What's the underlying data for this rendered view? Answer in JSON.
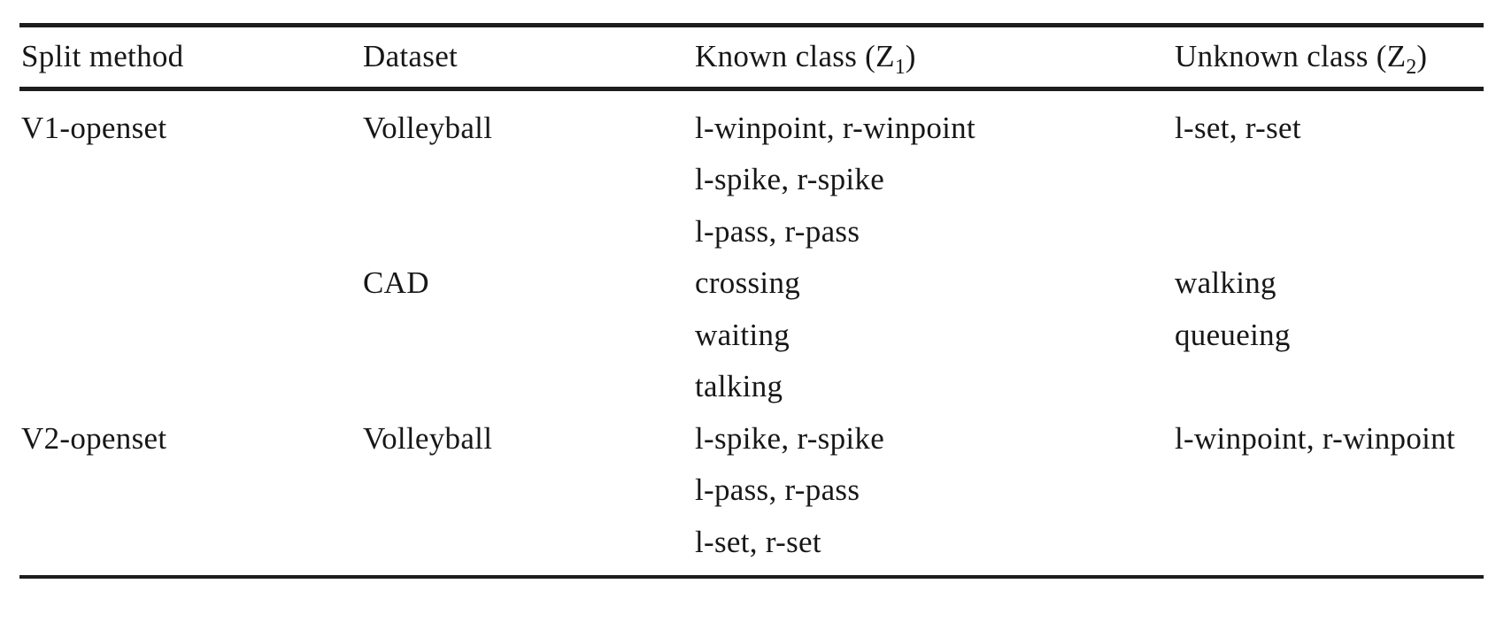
{
  "table": {
    "description": "Open-set split definition table",
    "colors": {
      "background": "#ffffff",
      "text": "#171717",
      "rule": "#1d1d1d"
    },
    "header": {
      "split_method": "Split method",
      "dataset": "Dataset",
      "known_class": {
        "pre": "Known class (Z",
        "sub": "1",
        "post": ")"
      },
      "unknown_class": {
        "pre": "Unknown class (Z",
        "sub": "2",
        "post": ")"
      }
    },
    "rows": [
      {
        "split_method": "V1-openset",
        "groups": [
          {
            "dataset": "Volleyball",
            "known": [
              "l-winpoint, r-winpoint",
              "l-spike, r-spike",
              "l-pass, r-pass"
            ],
            "unknown": [
              "l-set, r-set"
            ]
          },
          {
            "dataset": "CAD",
            "known": [
              "crossing",
              "waiting",
              "talking"
            ],
            "unknown": [
              "walking",
              "queueing"
            ]
          }
        ]
      },
      {
        "split_method": "V2-openset",
        "groups": [
          {
            "dataset": "Volleyball",
            "known": [
              "l-spike, r-spike",
              "l-pass, r-pass",
              "l-set, r-set"
            ],
            "unknown": [
              "l-winpoint, r-winpoint"
            ]
          }
        ]
      }
    ]
  }
}
